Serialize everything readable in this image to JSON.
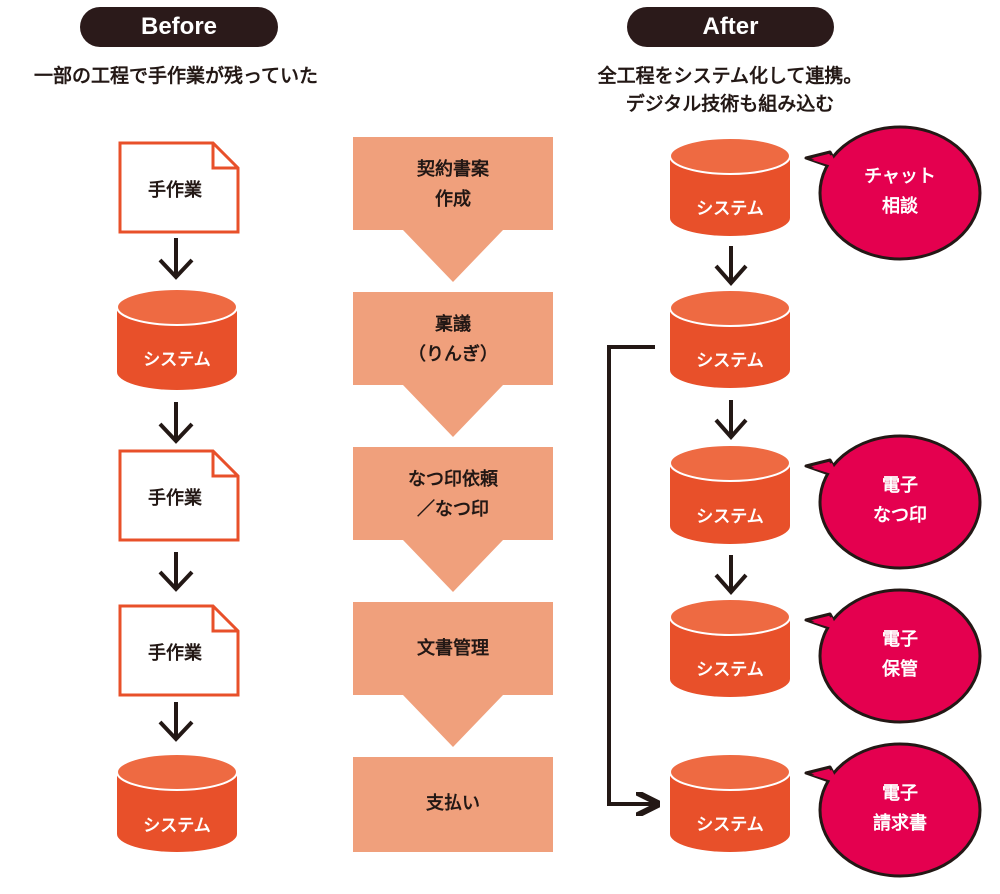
{
  "header": {
    "before_label": "Before",
    "after_label": "After"
  },
  "captions": {
    "before": "一部の工程で手作業が残っていた",
    "after_line1": "全工程をシステム化して連携。",
    "after_line2": "デジタル技術も組み込む"
  },
  "before_flow": {
    "manual_label": "手作業",
    "system_label": "システム",
    "items": [
      {
        "kind": "document",
        "label": "手作業"
      },
      {
        "kind": "system",
        "label": "システム"
      },
      {
        "kind": "document",
        "label": "手作業"
      },
      {
        "kind": "document",
        "label": "手作業"
      },
      {
        "kind": "system",
        "label": "システム"
      }
    ]
  },
  "steps": [
    {
      "line1": "契約書案",
      "line2": "作成"
    },
    {
      "line1": "稟議",
      "line2": "（りんぎ）"
    },
    {
      "line1": "なつ印依頼",
      "line2": "／なつ印"
    },
    {
      "line1": "文書管理",
      "line2": ""
    },
    {
      "line1": "支払い",
      "line2": ""
    }
  ],
  "after_flow": {
    "system_label": "システム",
    "systems": [
      "システム",
      "システム",
      "システム",
      "システム",
      "システム"
    ],
    "bubbles": [
      {
        "line1": "チャット",
        "line2": "相談"
      },
      {
        "line1": "電子",
        "line2": "なつ印"
      },
      {
        "line1": "電子",
        "line2": "保管"
      },
      {
        "line1": "電子",
        "line2": "請求書"
      }
    ]
  },
  "colors": {
    "pill": "#2b1a1a",
    "cylinder": "#e8502a",
    "cylinder_top": "#ee6a42",
    "step_fill": "#f0a07c",
    "bubble": "#e4004f",
    "doc_border": "#e8502a",
    "arrow": "#231815"
  },
  "icons": [
    "document-icon",
    "database-cylinder-icon",
    "down-arrow-icon",
    "speech-bubble-icon",
    "connector-arrow-icon"
  ]
}
